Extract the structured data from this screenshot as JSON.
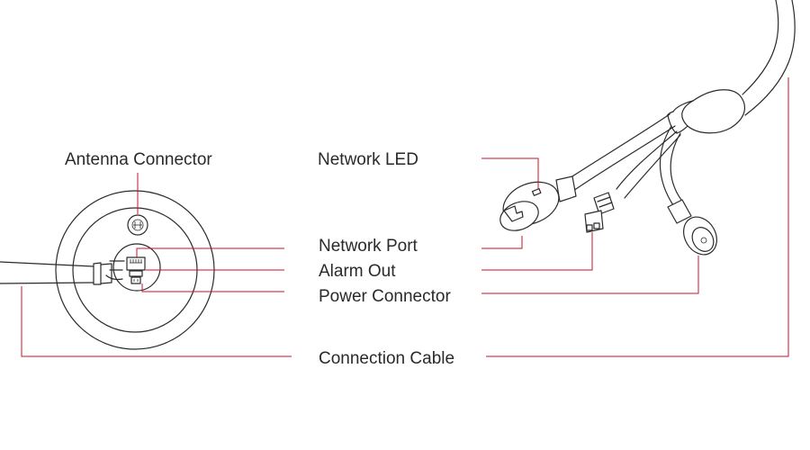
{
  "labels": {
    "antenna_connector": "Antenna Connector",
    "network_led": "Network LED",
    "network_port": "Network Port",
    "alarm_out": "Alarm Out",
    "power_connector": "Power Connector",
    "connection_cable": "Connection Cable"
  },
  "colors": {
    "leader_line": "#c8102e",
    "outline": "#2b2b2b",
    "text": "#2a2a2a"
  }
}
